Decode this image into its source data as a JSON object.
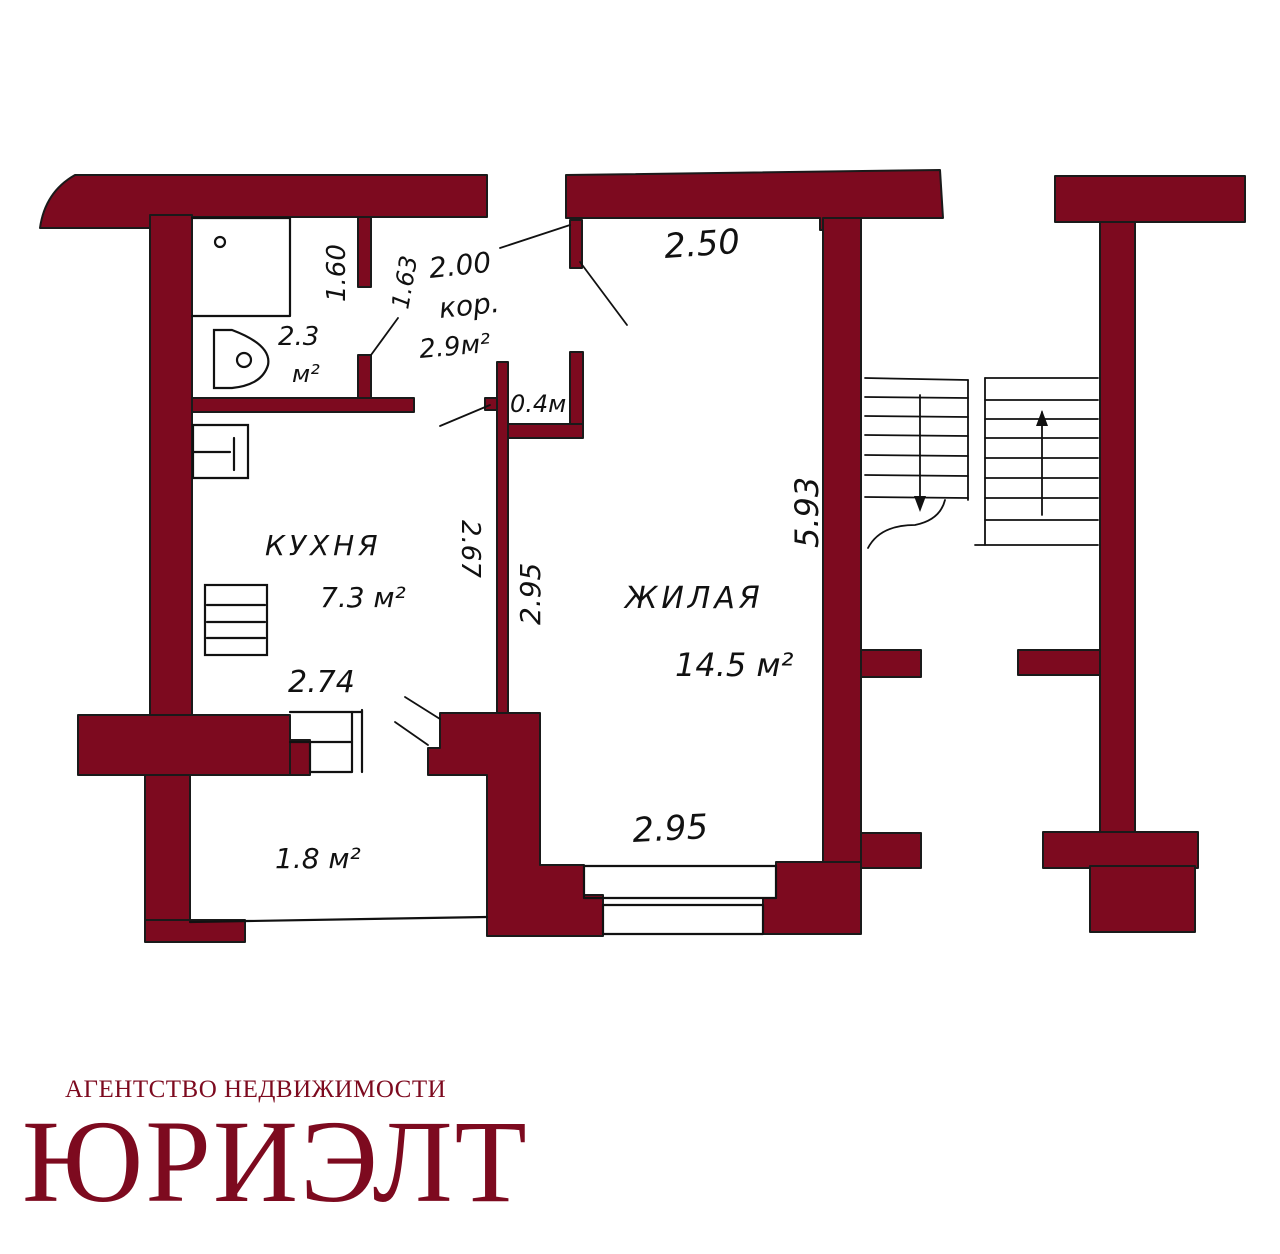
{
  "plan": {
    "rooms": {
      "corridor": {
        "name": "кор.",
        "area": "2.9м²"
      },
      "bathroom": {
        "area_value": "2.3",
        "area_unit": "м²"
      },
      "closet": {
        "area": "0.4м"
      },
      "kitchen": {
        "name": "КУХНЯ",
        "area": "7.3 м²"
      },
      "living": {
        "name": "ЖИЛАЯ",
        "area": "14.5 м²"
      },
      "balcony": {
        "area": "1.8 м²"
      }
    },
    "dimensions": {
      "corridor_width": "2.00",
      "living_top": "2.50",
      "bath_height": "1.60",
      "bath_width": "1.63",
      "living_length": "5.93",
      "kitchen_length": "2.67",
      "kitchen_right": "2.95",
      "kitchen_width": "2.74",
      "living_bottom": "2.95"
    },
    "wall_color": "#7d0a1f"
  },
  "agency": {
    "subtitle": "АГЕНТСТВО НЕДВИЖИМОСТИ",
    "name": "ЮРИЭЛТ",
    "brand_color": "#7d0a1f"
  }
}
